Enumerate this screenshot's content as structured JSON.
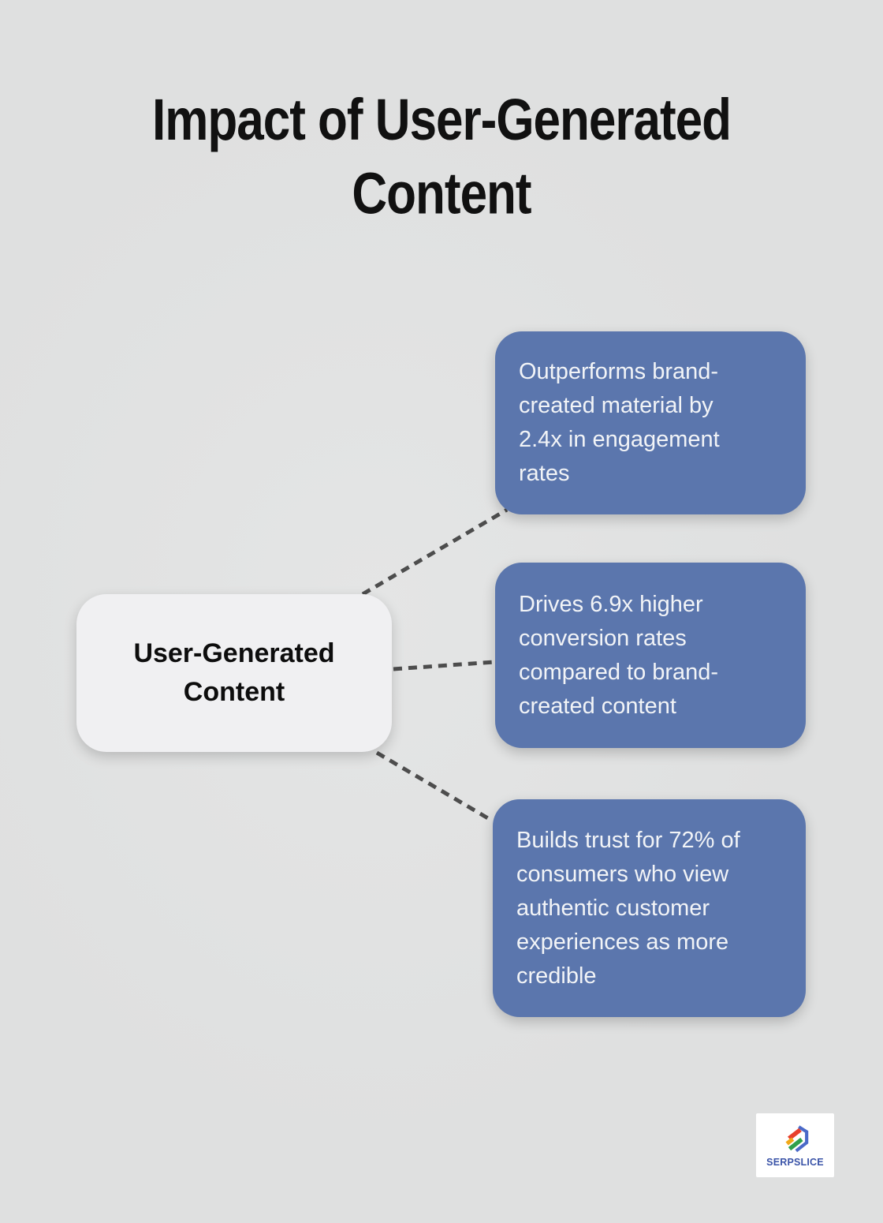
{
  "title": "Impact of User-Generated\nContent",
  "center_node": {
    "label": "User-Generated\nContent"
  },
  "cards": [
    {
      "id": "engagement",
      "text": "Outperforms brand-\ncreated material by\n2.4x in engagement\nrates"
    },
    {
      "id": "conversion",
      "text": "Drives 6.9x higher\nconversion rates\ncompared to brand-\ncreated content"
    },
    {
      "id": "trust",
      "text": "Builds trust for 72% of\nconsumers who view\nauthentic customer\nexperiences as more\ncredible"
    }
  ],
  "logo": {
    "brand": "SERPSLICE"
  },
  "icons": {
    "logo_icon": "serpslice-hexagon-slices"
  },
  "colors": {
    "background": "#dfe0e0",
    "card-blue": "#5b76ad",
    "card-text": "#f2f4f7",
    "center-node-bg": "#f0f0f2",
    "title-text": "#111111",
    "connector": "#4d4d4d",
    "logo-blue": "#3b54a8",
    "logo-red": "#e8402d",
    "logo-yellow": "#f2a918",
    "logo-green": "#2fa04c"
  }
}
